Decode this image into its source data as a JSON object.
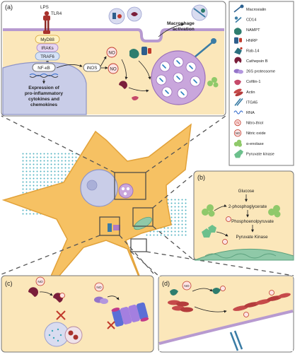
{
  "panels": {
    "a": {
      "letter": "(a)",
      "lps": "LPS",
      "tlr4": "TLR4",
      "adaptors": [
        "MyD88",
        "IRAKs",
        "TRAF6"
      ],
      "nfkb": "NF-κB",
      "inos": "iNOS",
      "no": "NO",
      "expression": [
        "Expression of",
        "pro-inflammatory",
        "cytokines and",
        "chemokines"
      ],
      "macrophage": [
        "Macrophage",
        "activation"
      ]
    },
    "b": {
      "letter": "(b)",
      "steps": [
        "Glucose",
        "2-phosphoglycerate",
        "Phosphoenolpyruvate",
        "Pyruvate Kinase"
      ]
    },
    "c": {
      "letter": "(c)",
      "no": "NO"
    },
    "d": {
      "letter": "(d)",
      "no": "NO"
    }
  },
  "legend": {
    "items": [
      {
        "label": "Macrosialin",
        "icon": "macrosialin-icon"
      },
      {
        "label": "CD14",
        "icon": "cd14-icon"
      },
      {
        "label": "NAMPT",
        "icon": "nampt-icon"
      },
      {
        "label": "HNRP",
        "icon": "hnrp-icon"
      },
      {
        "label": "Rab-14",
        "icon": "rab14-icon"
      },
      {
        "label": "Cathepsin B",
        "icon": "cathepsin-b-icon"
      },
      {
        "label": "26S proteosome",
        "icon": "proteosome-icon"
      },
      {
        "label": "Cofilin-1",
        "icon": "cofilin-icon"
      },
      {
        "label": "Actin",
        "icon": "actin-icon"
      },
      {
        "label": "ITGA5",
        "icon": "itga5-icon"
      },
      {
        "label": "RNA",
        "icon": "rna-icon"
      },
      {
        "label": "Nitro-thiol",
        "icon": "nitro-thiol-icon",
        "glyph": "N"
      },
      {
        "label": "Nitric oxide",
        "icon": "nitric-oxide-icon",
        "glyph": "NO"
      },
      {
        "label": "α-enolase",
        "icon": "enolase-icon"
      },
      {
        "label": "Pyruvate kinase",
        "icon": "pyruvate-kinase-icon"
      }
    ]
  },
  "colors": {
    "cell": "#f6c163",
    "cell_stroke": "#e2a23a",
    "panel_bg": "#fbe7ba",
    "lysosome": "#c9a6dc",
    "nucleus": "#c9cde8",
    "mito": "#8fc9a8",
    "no_red": "#c0392b",
    "dots": "#3aa7b9",
    "dash": "#555555"
  }
}
